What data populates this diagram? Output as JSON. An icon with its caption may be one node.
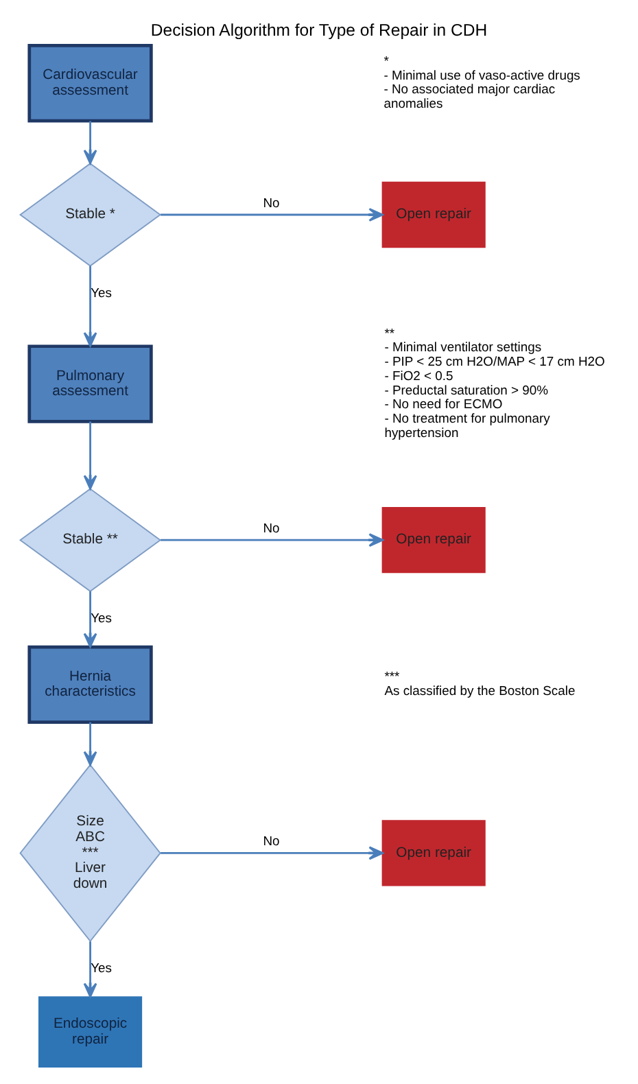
{
  "diagram": {
    "title": "Decision Algorithm for Type of Repair in CDH",
    "nodes": [
      {
        "text": [
          "Cardiovascular assessment"
        ]
      },
      {
        "text": [
          "Stable *"
        ]
      },
      {
        "text": [
          "Open repair"
        ]
      },
      {
        "text": [
          "Pulmonary assessment"
        ]
      },
      {
        "text": [
          "Stable **"
        ]
      },
      {
        "text": [
          "Open repair"
        ]
      },
      {
        "text": [
          "Hernia characteristics"
        ]
      },
      {
        "text": [
          "Size ABC *** Liver down"
        ]
      },
      {
        "text": [
          "Open repair"
        ]
      },
      {
        "text": [
          "Endoscopic repair"
        ]
      }
    ],
    "edges": [
      {
        "from": 0,
        "to": 1,
        "arrow": "to"
      },
      {
        "from": 1,
        "to": 2,
        "arrow": "to",
        "label": "No"
      },
      {
        "from": 1,
        "to": 3,
        "arrow": "to",
        "label": "Yes"
      },
      {
        "from": 3,
        "to": 4,
        "arrow": "to"
      },
      {
        "from": 4,
        "to": 5,
        "arrow": "to",
        "label": "No"
      },
      {
        "from": 4,
        "to": 6,
        "arrow": "to",
        "label": "Yes"
      },
      {
        "from": 6,
        "to": 7,
        "arrow": "to"
      },
      {
        "from": 7,
        "to": 8,
        "arrow": "to",
        "label": "No"
      },
      {
        "from": 7,
        "to": 9,
        "arrow": "to",
        "label": "Yes"
      }
    ],
    "labels": [
      "*",
      "- Minimal use of vaso-active drugs",
      "- No associated major cardiac anomalies",
      "**",
      "- Minimal ventilator settings",
      "- PIP < 25 cm H2O/MAP < 17 cm H2O",
      "- FiO2 < 0.5",
      "- Preductal saturation > 90%",
      "- No need for ECMO",
      "- No treatment for pulmonary hypertension",
      "***",
      "As classified by the Boston Scale"
    ]
  }
}
